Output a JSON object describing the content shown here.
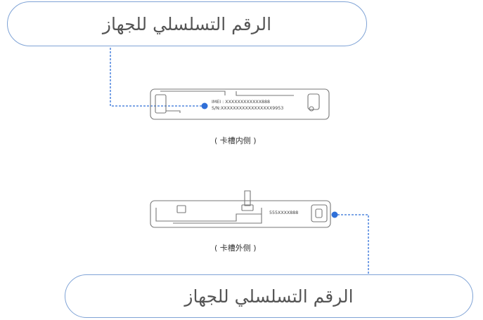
{
  "callouts": {
    "top": "الرقم التسلسلي للجهاز",
    "bottom": "الرقم التسلسلي للجهاز"
  },
  "tray_inner": {
    "imei": "IMEI : XXXXXXXXXXXX888",
    "sn": "S/N:XXXXXXXXXXXXXXXXX9953",
    "caption": "( 卡槽内侧 )"
  },
  "tray_outer": {
    "code": "555XXXX888",
    "caption": "( 卡槽外侧 )"
  },
  "colors": {
    "leader": "#2f6fd8",
    "outline": "#777777",
    "callout_border": "#7fa3d6"
  }
}
